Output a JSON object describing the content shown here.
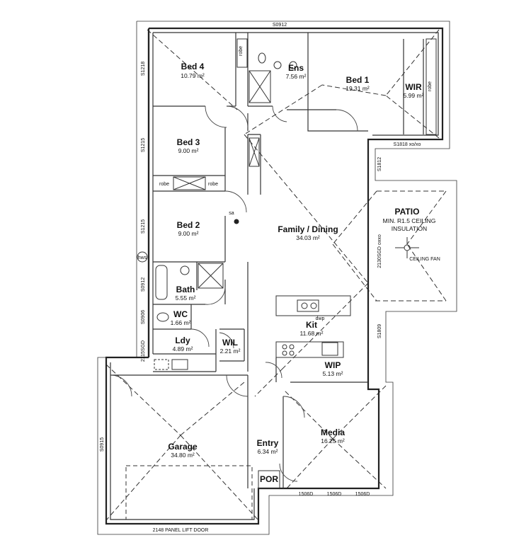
{
  "rooms": {
    "bed4": {
      "name": "Bed 4",
      "area": "10.79 m²"
    },
    "ens": {
      "name": "Ens",
      "area": "7.56 m²"
    },
    "bed1": {
      "name": "Bed 1",
      "area": "19.31 m²"
    },
    "wir": {
      "name": "WIR",
      "area": "5.99 m²"
    },
    "bed3": {
      "name": "Bed 3",
      "area": "9.00 m²"
    },
    "bed2": {
      "name": "Bed 2",
      "area": "9.00 m²"
    },
    "family": {
      "name": "Family / Dining",
      "area": "34.03 m²"
    },
    "patio": {
      "name": "PATIO",
      "note1": "MIN. R1.5 CEILING",
      "note2": "INSULATION"
    },
    "bath": {
      "name": "Bath",
      "area": "5.55 m²"
    },
    "wc": {
      "name": "WC",
      "area": "1.66 m²"
    },
    "kit": {
      "name": "Kit",
      "area": "11.68 m²"
    },
    "ldy": {
      "name": "Ldy",
      "area": "4.89 m²"
    },
    "wil": {
      "name": "WIL",
      "area": "2.21 m²"
    },
    "wip": {
      "name": "WIP",
      "area": "5.13 m²"
    },
    "garage": {
      "name": "Garage",
      "area": "34.80 m²"
    },
    "entry": {
      "name": "Entry",
      "area": "6.34 m²"
    },
    "media": {
      "name": "Media",
      "area": "16.25 m²"
    },
    "por": {
      "name": "POR"
    }
  },
  "fixtures": {
    "robe1": "robe",
    "robe2": "robe",
    "robe3": "robe",
    "robe4": "robe",
    "sa": "sa",
    "hws": "hws",
    "dwp": "dwp",
    "ceiling_fan": "CEILING FAN"
  },
  "windows": {
    "top": "S0912",
    "bed4_side": "S1218",
    "bed3_side": "S1215",
    "bed2_side": "S1215",
    "bath_side": "S0912",
    "wc_side": "S0906",
    "ldy_door": "2115SGD",
    "garage_side": "S0915",
    "bed1_bottom": "S1818 xo/xo",
    "family_top": "S1812",
    "patio_door": "2130SGD oxxo",
    "kit_side": "S1809",
    "media_1": "1506D",
    "media_2": "1506D",
    "media_3": "1506D",
    "garage_door": "2148 PANEL LIFT DOOR"
  },
  "colors": {
    "line": "#222222",
    "background": "#ffffff"
  }
}
